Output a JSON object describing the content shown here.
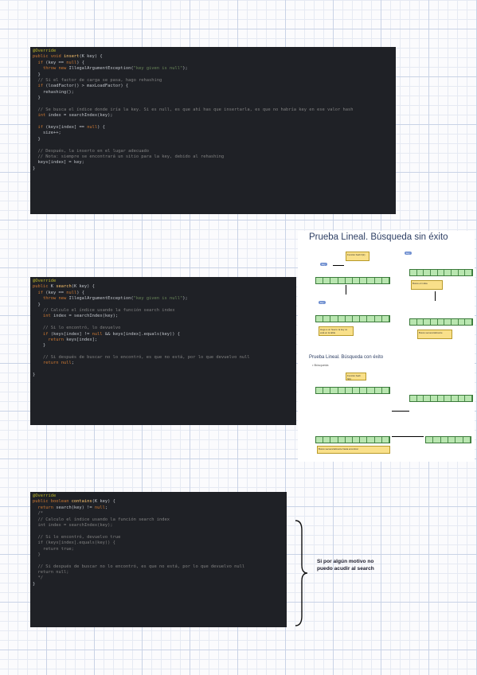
{
  "code_blocks": [
    {
      "id": "insert",
      "lines": [
        [
          {
            "t": "@Override",
            "c": "ann"
          }
        ],
        [
          {
            "t": "public void ",
            "c": "kw"
          },
          {
            "t": "insert",
            "c": "fn"
          },
          {
            "t": "(K key) {",
            "c": ""
          }
        ],
        [
          {
            "t": "  ",
            "c": ""
          },
          {
            "t": "if ",
            "c": "kw"
          },
          {
            "t": "(key == ",
            "c": ""
          },
          {
            "t": "null",
            "c": "lit"
          },
          {
            "t": ") {",
            "c": ""
          }
        ],
        [
          {
            "t": "    ",
            "c": ""
          },
          {
            "t": "throw new ",
            "c": "kw"
          },
          {
            "t": "IllegalArgumentException(",
            "c": ""
          },
          {
            "t": "\"key given is null\"",
            "c": "str"
          },
          {
            "t": ");",
            "c": ""
          }
        ],
        [
          {
            "t": "  }",
            "c": ""
          }
        ],
        [
          {
            "t": "  // Si el factor de carga se pasa, hago rehashing",
            "c": "cm"
          }
        ],
        [
          {
            "t": "  ",
            "c": ""
          },
          {
            "t": "if ",
            "c": "kw"
          },
          {
            "t": "(loadFactor() > maxLoadFactor) {",
            "c": ""
          }
        ],
        [
          {
            "t": "    rehashing();",
            "c": ""
          }
        ],
        [
          {
            "t": "  }",
            "c": ""
          }
        ],
        [
          {
            "t": "",
            "c": ""
          }
        ],
        [
          {
            "t": "  // Se busca el índice donde iría la key. Si es null, es que ahí has que insertarla, es que no habría key en ese valor hash",
            "c": "cm"
          }
        ],
        [
          {
            "t": "  ",
            "c": ""
          },
          {
            "t": "int ",
            "c": "kw"
          },
          {
            "t": "index = searchIndex(key);",
            "c": ""
          }
        ],
        [
          {
            "t": "",
            "c": ""
          }
        ],
        [
          {
            "t": "  ",
            "c": ""
          },
          {
            "t": "if ",
            "c": "kw"
          },
          {
            "t": "(keys[index] == ",
            "c": ""
          },
          {
            "t": "null",
            "c": "lit"
          },
          {
            "t": ") {",
            "c": ""
          }
        ],
        [
          {
            "t": "    size++;",
            "c": ""
          }
        ],
        [
          {
            "t": "  }",
            "c": ""
          }
        ],
        [
          {
            "t": "",
            "c": ""
          }
        ],
        [
          {
            "t": "  // Después, la inserto en el lugar adecuado",
            "c": "cm"
          }
        ],
        [
          {
            "t": "  // Nota: siempre se encontrará un sitio para la key, debido al rehashing",
            "c": "cm"
          }
        ],
        [
          {
            "t": "  keys[index] = key;",
            "c": ""
          }
        ],
        [
          {
            "t": "}",
            "c": ""
          }
        ]
      ]
    },
    {
      "id": "search",
      "lines": [
        [
          {
            "t": "@Override",
            "c": "ann"
          }
        ],
        [
          {
            "t": "public ",
            "c": "kw"
          },
          {
            "t": "K ",
            "c": ""
          },
          {
            "t": "search",
            "c": "fn"
          },
          {
            "t": "(K key) {",
            "c": ""
          }
        ],
        [
          {
            "t": "  ",
            "c": ""
          },
          {
            "t": "if ",
            "c": "kw"
          },
          {
            "t": "(key == ",
            "c": ""
          },
          {
            "t": "null",
            "c": "lit"
          },
          {
            "t": ") {",
            "c": ""
          }
        ],
        [
          {
            "t": "    ",
            "c": ""
          },
          {
            "t": "throw new ",
            "c": "kw"
          },
          {
            "t": "IllegalArgumentException(",
            "c": ""
          },
          {
            "t": "\"key given is null\"",
            "c": "str"
          },
          {
            "t": ");",
            "c": ""
          }
        ],
        [
          {
            "t": "  }",
            "c": ""
          }
        ],
        [
          {
            "t": "    // Calculo el índice usando la función search index",
            "c": "cm"
          }
        ],
        [
          {
            "t": "    ",
            "c": ""
          },
          {
            "t": "int ",
            "c": "kw"
          },
          {
            "t": "index = searchIndex(key);",
            "c": ""
          }
        ],
        [
          {
            "t": "",
            "c": ""
          }
        ],
        [
          {
            "t": "    // Si lo encontró, lo devuelvo",
            "c": "cm"
          }
        ],
        [
          {
            "t": "    ",
            "c": ""
          },
          {
            "t": "if ",
            "c": "kw"
          },
          {
            "t": "(keys[index] != ",
            "c": ""
          },
          {
            "t": "null ",
            "c": "lit"
          },
          {
            "t": "&& keys[index].equals(key)) {",
            "c": ""
          }
        ],
        [
          {
            "t": "      ",
            "c": ""
          },
          {
            "t": "return ",
            "c": "kw"
          },
          {
            "t": "keys[index];",
            "c": ""
          }
        ],
        [
          {
            "t": "    }",
            "c": ""
          }
        ],
        [
          {
            "t": "",
            "c": ""
          }
        ],
        [
          {
            "t": "    // Si después de buscar no lo encontró, es que no está, por lo que devuelvo null",
            "c": "cm"
          }
        ],
        [
          {
            "t": "    ",
            "c": ""
          },
          {
            "t": "return null",
            "c": "kw"
          },
          {
            "t": ";",
            "c": ""
          }
        ],
        [
          {
            "t": "",
            "c": ""
          }
        ],
        [
          {
            "t": "}",
            "c": ""
          }
        ]
      ]
    },
    {
      "id": "contains",
      "lines": [
        [
          {
            "t": "@Override",
            "c": "ann"
          }
        ],
        [
          {
            "t": "public boolean ",
            "c": "kw"
          },
          {
            "t": "contains",
            "c": "fn"
          },
          {
            "t": "(K key) {",
            "c": ""
          }
        ],
        [
          {
            "t": "  ",
            "c": ""
          },
          {
            "t": "return ",
            "c": "kw"
          },
          {
            "t": "search(key) != ",
            "c": ""
          },
          {
            "t": "null",
            "c": "lit"
          },
          {
            "t": ";",
            "c": ""
          }
        ],
        [
          {
            "t": "  /*",
            "c": "cm"
          }
        ],
        [
          {
            "t": "  // Calculo el índice usando la función search index",
            "c": "cm"
          }
        ],
        [
          {
            "t": "  int index = searchIndex(key);",
            "c": "cm"
          }
        ],
        [
          {
            "t": "",
            "c": ""
          }
        ],
        [
          {
            "t": "  // Si lo encontró, devuelvo true",
            "c": "cm"
          }
        ],
        [
          {
            "t": "  if (keys[index].equals(key)) {",
            "c": "cm"
          }
        ],
        [
          {
            "t": "    return true;",
            "c": "cm"
          }
        ],
        [
          {
            "t": "  }",
            "c": "cm"
          }
        ],
        [
          {
            "t": "",
            "c": ""
          }
        ],
        [
          {
            "t": "  // Si después de buscar no lo encontró, es que no está, por lo que devuelvo null",
            "c": "cm"
          }
        ],
        [
          {
            "t": "  return null;",
            "c": "cm"
          }
        ],
        [
          {
            "t": "  */",
            "c": "cm"
          }
        ],
        [
          {
            "t": "}",
            "c": ""
          }
        ]
      ]
    }
  ],
  "diagram": {
    "title": "Prueba Lineal. Búsqueda sin éxito",
    "title2": "Prueba Lineal. Búsqueda con éxito",
    "subtitle": "• Búsqueda",
    "notes": [
      "Función hash h(k)",
      "Busco el índice",
      "Llego a un hueco: la key no está en la tabla",
      "Busco secuencialmente",
      "Busco secuencialmente hasta encontrar"
    ]
  },
  "side_note": "Si por algún motivo no puedo acudir al search",
  "colors": {
    "code_bg": "#1f2126",
    "cell_fill": "#b9e6b0",
    "note_fill": "#f9e08a"
  }
}
